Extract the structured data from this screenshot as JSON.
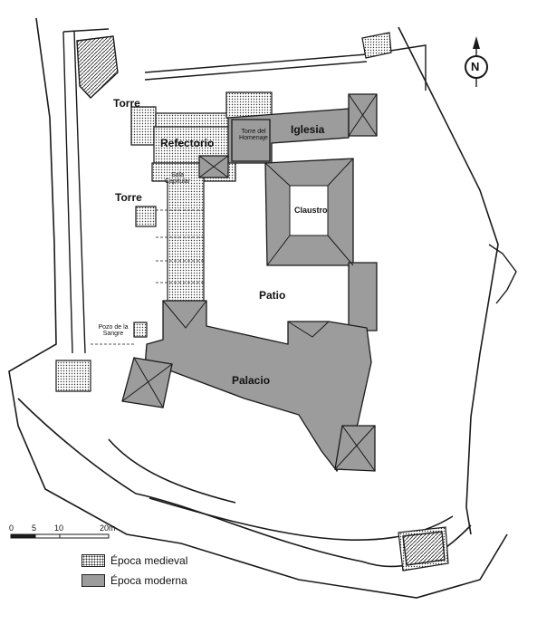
{
  "labels": {
    "torre_north": "Torre",
    "torre_west": "Torre",
    "refectorio": "Refectorio",
    "sala_capitular": "Sala Capitular",
    "torre_homenaje": "Torre del Homenaje",
    "iglesia": "Iglesia",
    "claustro": "Claustro",
    "patio": "Patio",
    "palacio": "Palacio",
    "pozo_sangre": "Pozo de la Sangre"
  },
  "north": "N",
  "scale": {
    "ticks": [
      "0",
      "5",
      "10",
      "20m"
    ]
  },
  "legend": {
    "medieval": "Época medieval",
    "moderna": "Época moderna"
  },
  "colors": {
    "moderna": "#9c9c9c",
    "line": "#1a1a1a",
    "background": "#ffffff"
  }
}
